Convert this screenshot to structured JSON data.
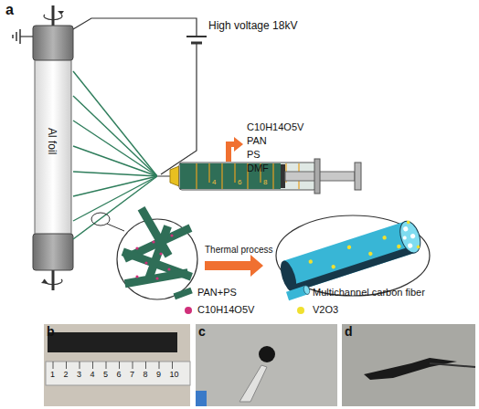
{
  "diagram": {
    "nodes": [
      {
        "text": [
          "b"
        ]
      },
      {
        "text": [
          "c"
        ]
      },
      {
        "text": [
          "d"
        ]
      }
    ],
    "labels": [
      "a",
      "High voltage 18kV",
      "C10H14O5V",
      "PAN",
      "PS",
      "DMF",
      "Al foil",
      "Thermal process",
      "4",
      "6",
      "8",
      "1",
      "2",
      "3",
      "4",
      "5",
      "6",
      "7",
      "8",
      "9",
      "10"
    ],
    "legend": [
      {
        "text": "PAN+PS"
      },
      {
        "text": "Multichannel carbon fiber"
      },
      {
        "text": "C10H14O5V",
        "color": "#d0307a"
      },
      {
        "text": "V2O3",
        "color": "#f0e030"
      }
    ]
  }
}
